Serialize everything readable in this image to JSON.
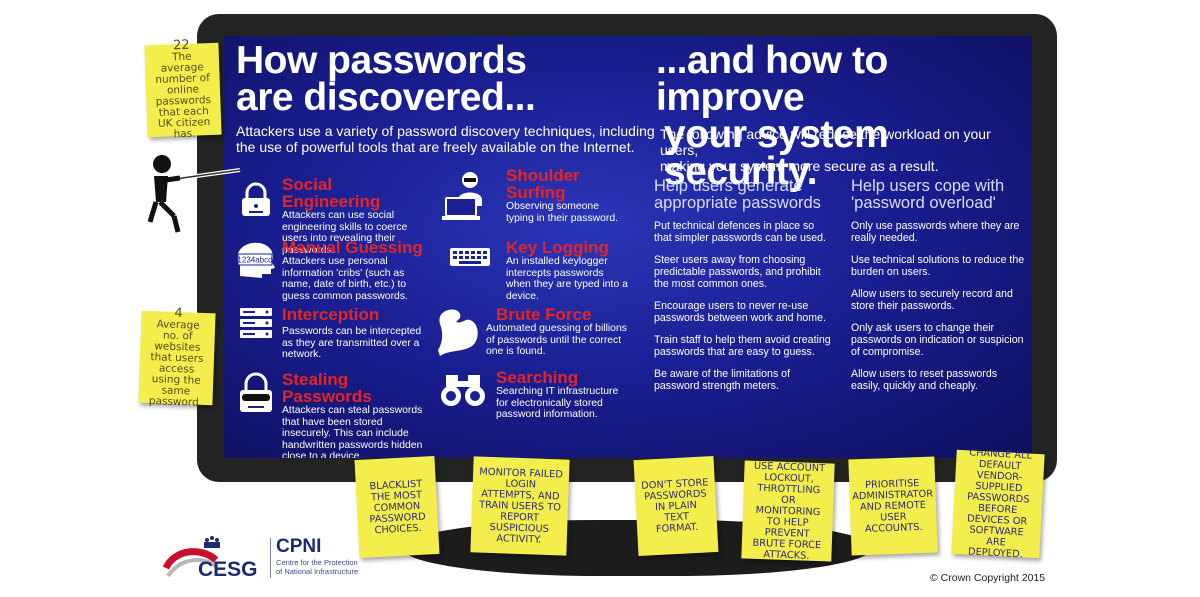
{
  "left": {
    "title_line1": "How  passwords",
    "title_line2": "are discovered...",
    "subtitle_line1": "Attackers use a variety of password discovery techniques, including",
    "subtitle_line2": "the use of powerful tools that are  freely available on the Internet.",
    "techniques": [
      {
        "name": "Social Engineering",
        "desc": "Attackers can use social engineering skills to coerce users into revealing their passwords.",
        "icon": "padlock-icon"
      },
      {
        "name": "Manual Guessing",
        "desc": "Attackers use personal information 'cribs' (such as name, date of birth, etc.) to guess common passwords.",
        "icon": "head-icon",
        "icon_text": "1234abcd"
      },
      {
        "name": "Interception",
        "desc": "Passwords can be intercepted as they are transmitted over a network.",
        "icon": "server-icon"
      },
      {
        "name": "Stealing Passwords",
        "desc": "Attackers can steal passwords that have been stored insecurely. This can include handwritten passwords hidden close to a device.",
        "icon": "masked-padlock-icon"
      },
      {
        "name": "Shoulder Surfing",
        "desc": "Observing someone typing in their password.",
        "icon": "spy-laptop-icon"
      },
      {
        "name": "Key Logging",
        "desc": "An installed keylogger intercepts passwords when they are typed into a device.",
        "icon": "keyboard-icon"
      },
      {
        "name": "Brute Force",
        "desc": "Automated guessing of billions of passwords until the correct one is found.",
        "icon": "flexed-arm-icon"
      },
      {
        "name": "Searching",
        "desc": "Searching IT infrastructure for electronically stored password information.",
        "icon": "binoculars-icon"
      }
    ]
  },
  "right": {
    "title_line1": "...and how to improve",
    "title_line2": "your system security.",
    "subtitle_line1": "The following advice will reduce the workload on your users,",
    "subtitle_line2": "making your system more secure as a result.",
    "col1": {
      "heading_line1": "Help users generate",
      "heading_line2": "appropriate passwords",
      "items": [
        "Put technical defences in place so that simpler passwords can be used.",
        "Steer users away from choosing predictable passwords, and prohibit the most common ones.",
        "Encourage users to never re-use passwords between work and home.",
        "Train staff to help them avoid creating passwords that are easy to guess.",
        "Be aware of the limitations of password strength meters."
      ]
    },
    "col2": {
      "heading_line1": "Help users cope with",
      "heading_line2": "'password overload'",
      "items": [
        "Only use passwords where they are really needed.",
        "Use technical solutions to reduce the burden on users.",
        "Allow users to securely record and store their passwords.",
        "Only ask users to change their passwords on indication or suspicion of compromise.",
        "Allow users to reset passwords easily, quickly and cheaply."
      ]
    }
  },
  "side_notes": [
    {
      "number": "22",
      "text": "The average number of online passwords that each UK citizen has."
    },
    {
      "number": "4",
      "text": "Average no. of websites that users access using the same password."
    }
  ],
  "bottom_notes": [
    "Blacklist the most common password choices.",
    "Monitor failed login attempts, and train users to report suspicious activity.",
    "Don't store passwords in plain text format.",
    "Use account lockout, throttling or monitoring to help prevent brute force attacks.",
    "Prioritise administrator and remote user accounts.",
    "Change all default vendor-supplied passwords before devices or software are deployed."
  ],
  "footer": {
    "cesg": "CESG",
    "cpni": "CPNI",
    "cpni_line1": "Centre for the Protection",
    "cpni_line2": "of National Infrastructure",
    "copyright": "© Crown Copyright 2015"
  },
  "colors": {
    "screen_blue": "#1a1f93",
    "heading_red": "#e42525",
    "sticky_yellow": "#f4ee4c",
    "monitor_black": "#232323"
  }
}
